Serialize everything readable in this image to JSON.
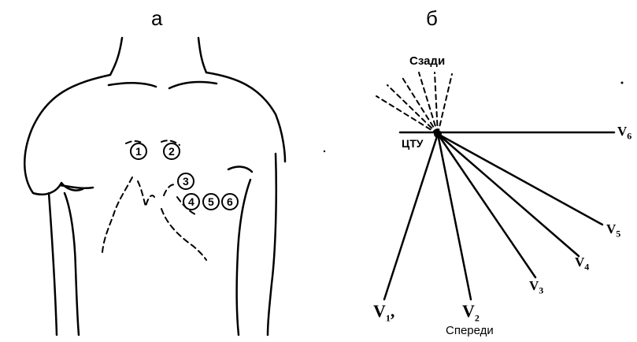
{
  "panels": {
    "a": "а",
    "b": "б"
  },
  "electrodes": [
    "1",
    "2",
    "3",
    "4",
    "5",
    "6"
  ],
  "vector": {
    "back": "Сзади",
    "front": "Спереди",
    "center": "ЦТУ",
    "leads": [
      {
        "letter": "V",
        "sub": "1",
        "suffix": ","
      },
      {
        "letter": "V",
        "sub": "2",
        "suffix": ""
      },
      {
        "letter": "V",
        "sub": "3",
        "suffix": ""
      },
      {
        "letter": "V",
        "sub": "4",
        "suffix": ""
      },
      {
        "letter": "V",
        "sub": "5",
        "suffix": ""
      },
      {
        "letter": "V",
        "sub": "6",
        "suffix": ""
      }
    ]
  },
  "colors": {
    "ink": "#000000",
    "background": "#ffffff"
  }
}
